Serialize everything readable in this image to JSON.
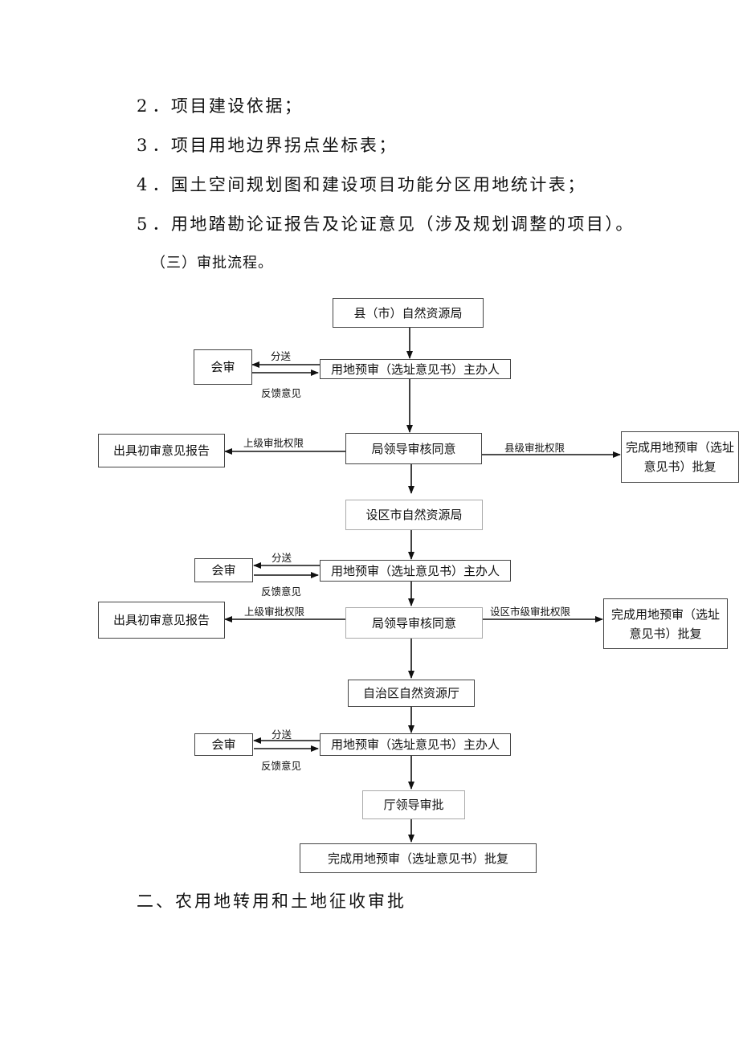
{
  "materials": [
    {
      "num": "2",
      "text": "．项目建设依据；"
    },
    {
      "num": "3",
      "text": "．项目用地边界拐点坐标表；"
    },
    {
      "num": "4",
      "text": "．国土空间规划图和建设项目功能分区用地统计表；"
    },
    {
      "num": "5",
      "text": "．用地踏勘论证报告及论证意见（涉及规划调整的项目）。"
    }
  ],
  "section_heading": "（三）审批流程。",
  "flow": {
    "county_bureau": "县（市）自然资源局",
    "county_handler": "用地预审（选址意见书）主办人",
    "county_review": "会审",
    "county_send": "分送",
    "county_feedback": "反馈意见",
    "county_leader": "局领导审核同意",
    "county_upper_label": "上级审批权限",
    "county_prelim_report": "出具初审意见报告",
    "county_level_label": "县级审批权限",
    "county_complete": "完成用地预审（选址意见书）批复",
    "city_bureau": "设区市自然资源局",
    "city_handler": "用地预审（选址意见书）主办人",
    "city_review": "会审",
    "city_send": "分送",
    "city_feedback": "反馈意见",
    "city_leader": "局领导审核同意",
    "city_upper_label": "上级审批权限",
    "city_prelim_report": "出具初审意见报告",
    "city_level_label": "设区市级审批权限",
    "city_complete": "完成用地预审（选址意见书）批复",
    "region_dept": "自治区自然资源厅",
    "region_handler": "用地预审（选址意见书）主办人",
    "region_review": "会审",
    "region_send": "分送",
    "region_feedback": "反馈意见",
    "region_leader": "厅领导审批",
    "final_complete": "完成用地预审（选址意见书）批复"
  },
  "next_heading": "二、农用地转用和土地征收审批"
}
